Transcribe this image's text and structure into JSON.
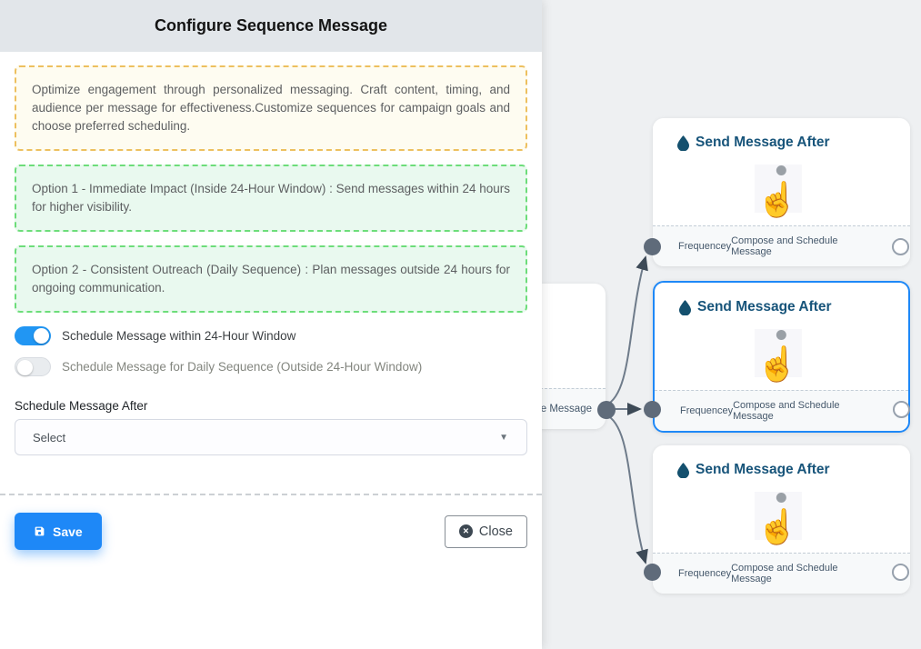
{
  "panel": {
    "title": "Configure Sequence Message",
    "notes": {
      "intro": "Optimize engagement through personalized messaging. Craft content, timing, and audience per message for effectiveness.Customize sequences for campaign goals and choose preferred scheduling.",
      "option1": "Option 1 - Immediate Impact (Inside 24-Hour Window) : Send messages within 24 hours for higher visibility.",
      "option2": "Option 2 - Consistent Outreach (Daily Sequence) : Plan messages outside 24 hours for ongoing communication."
    },
    "toggles": [
      {
        "label": "Schedule Message within 24-Hour Window",
        "state": "on"
      },
      {
        "label": "Schedule Message for Daily Sequence (Outside 24-Hour Window)",
        "state": "off"
      }
    ],
    "schedule_after_label": "Schedule Message After",
    "select_placeholder": "Select",
    "buttons": {
      "save": "Save",
      "close": "Close"
    }
  },
  "canvas": {
    "source_node": {
      "visible_footer_text": "ce Message"
    },
    "nodes": [
      {
        "title": "Send Message After",
        "footer_left": "Frequencey",
        "footer_right": "Compose and Schedule Message",
        "selected": false
      },
      {
        "title": "Send Message After",
        "footer_left": "Frequencey",
        "footer_right": "Compose and Schedule Message",
        "selected": true
      },
      {
        "title": "Send Message After",
        "footer_left": "Frequencey",
        "footer_right": "Compose and Schedule Message",
        "selected": false
      }
    ]
  },
  "icons": {
    "select_caret": "▼",
    "tap_hand": "☝",
    "close_x": "✕"
  },
  "colors": {
    "accent_blue": "#1e88f7",
    "toggle_on_blue": "#2196f3",
    "note_yellow_border": "#edc05f",
    "note_green_border": "#6ddd7a",
    "node_title_color": "#17547a",
    "edge_color": "#6e7b8a",
    "header_bg": "#e2e6ea"
  }
}
